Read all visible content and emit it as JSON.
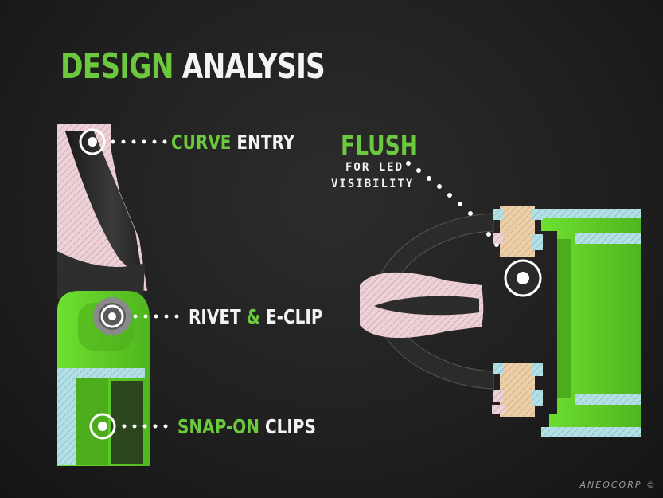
{
  "title": {
    "part1": "DESIGN",
    "part2": " ANALYSIS"
  },
  "callouts": {
    "curve": {
      "highlight": "CURVE",
      "rest": " ENTRY"
    },
    "rivet": {
      "pre": "RIVET ",
      "highlight": "&",
      "post": " E-CLIP"
    },
    "snap": {
      "highlight": "SNAP-ON",
      "rest": " CLIPS"
    },
    "flush": {
      "headline": "FLUSH",
      "line1": "FOR LED",
      "line2": "VISIBILITY"
    }
  },
  "credit": "ANEOCORP ©",
  "colors": {
    "accent_green": "#6cc83c",
    "part_green": "#5fd62a",
    "section_pink": "#e8c9cf",
    "section_cyan": "#a9d9de",
    "section_tan": "#e9c9a0"
  }
}
